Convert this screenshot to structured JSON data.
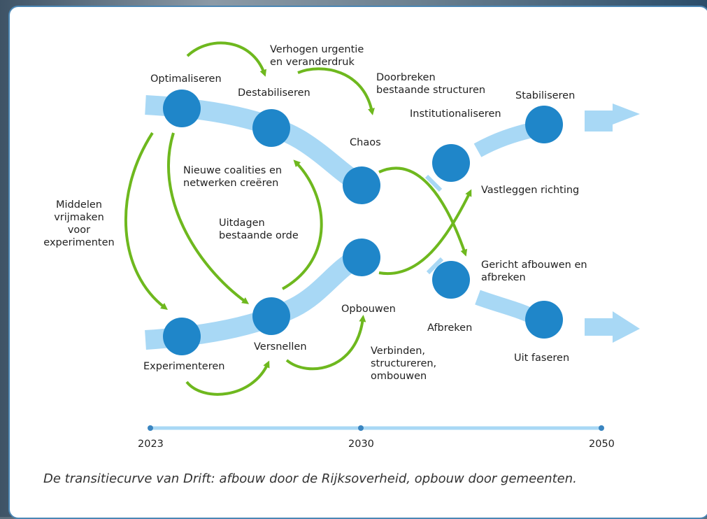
{
  "labels": {
    "optimaliseren": "Optimaliseren",
    "destabiliseren": "Destabiliseren",
    "verhogen_urgentie": [
      "Verhogen urgentie",
      "en veranderdruk"
    ],
    "doorbreken": [
      "Doorbreken",
      "bestaande structuren"
    ],
    "chaos": "Chaos",
    "stabiliseren": "Stabiliseren",
    "institutionaliseren": "Institutionaliseren",
    "vastleggen_richting": "Vastleggen richting",
    "nieuwe_coalities": [
      "Nieuwe coalities en",
      "netwerken creëren"
    ],
    "middelen": [
      "Middelen",
      "vrijmaken",
      "voor",
      "experimenten"
    ],
    "uitdagen": [
      "Uitdagen",
      "bestaande orde"
    ],
    "gericht_afbouwen": [
      "Gericht afbouwen en",
      "afbreken"
    ],
    "opbouwen": "Opbouwen",
    "afbreken": "Afbreken",
    "experimenteren": "Experimenteren",
    "versnellen": "Versnellen",
    "verbinden": [
      "Verbinden,",
      "structureren,",
      "ombouwen"
    ],
    "uit_faseren": "Uit faseren"
  },
  "timeline": {
    "years": [
      "2023",
      "2030",
      "2050"
    ]
  },
  "caption": "De transitiecurve van Drift: afbouw door de Rijksoverheid, opbouw door gemeenten.",
  "colors": {
    "band": "#a8d8f5",
    "node": "#1f86c9",
    "arrow": "#6eb81e",
    "timeline": "#a8d8f5",
    "timeline_dot": "#3a85c0",
    "border": "#4a86b4"
  }
}
